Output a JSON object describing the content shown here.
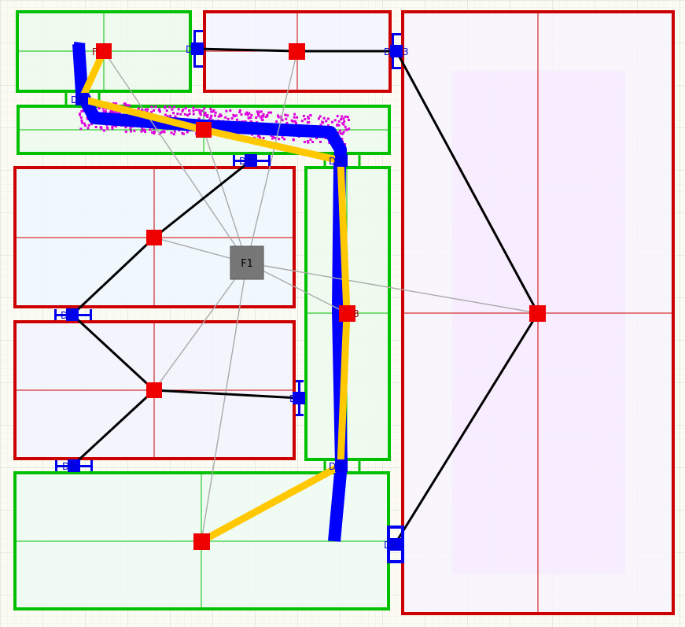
{
  "colors": {
    "room_red": "#cc0000",
    "room_green": "#00c000",
    "node_red": "#ee0000",
    "door_blue": "#0000ee",
    "path_yellow": "#ffc800",
    "path_blue": "#0000ff",
    "link_black": "#000000",
    "link_gray": "#aaaaaa",
    "scatter_magenta": "#dd00dd",
    "hub_gray": "#777777"
  },
  "hub": {
    "label": "F1"
  },
  "doors": [
    {
      "id": "d_top_left",
      "label": "D"
    },
    {
      "id": "d_top_right",
      "label": "D"
    },
    {
      "id": "d5",
      "label": "D5"
    },
    {
      "id": "d3",
      "label": "D3"
    },
    {
      "id": "d9",
      "label": "D9"
    },
    {
      "id": "d1",
      "label": "D1"
    },
    {
      "id": "d7",
      "label": "D7"
    },
    {
      "id": "d9b",
      "label": "D9"
    },
    {
      "id": "d7b",
      "label": "D7"
    },
    {
      "id": "d6",
      "label": "D6"
    }
  ],
  "nodes": [
    {
      "id": "n_tl",
      "label": "F"
    },
    {
      "id": "n_top",
      "label": ""
    },
    {
      "id": "n_mid",
      "label": ""
    },
    {
      "id": "n_l1",
      "label": ""
    },
    {
      "id": "n_l2",
      "label": ""
    },
    {
      "id": "n_col",
      "label": "8"
    },
    {
      "id": "n_bot",
      "label": ""
    },
    {
      "id": "n_right",
      "label": ""
    }
  ]
}
